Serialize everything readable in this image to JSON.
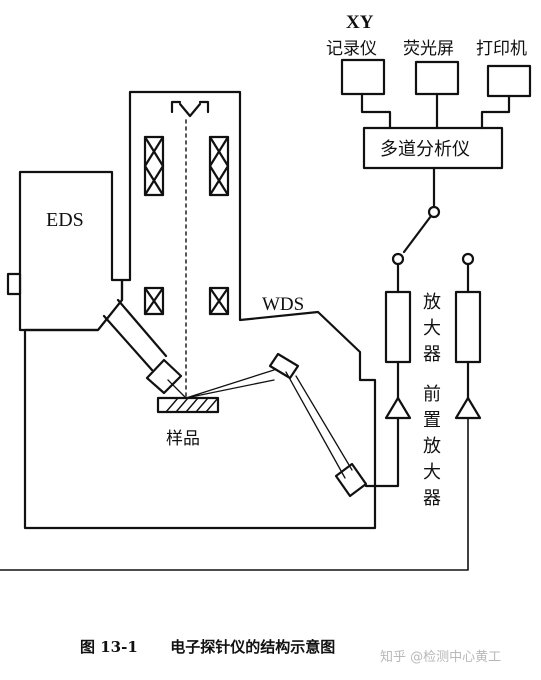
{
  "labels": {
    "xy": "XY",
    "recorder": "记录仪",
    "screen": "荧光屏",
    "printer": "打印机",
    "analyzer": "多道分析仪",
    "eds": "EDS",
    "wds": "WDS",
    "sample": "样品",
    "amplifier": [
      "放",
      "大",
      "器"
    ],
    "preamp": [
      "前",
      "置",
      "放",
      "大",
      "器"
    ]
  },
  "caption": {
    "figure_no": "图 13-1",
    "title": "电子探针仪的结构示意图"
  },
  "watermark": "知乎 @检测中心黄工"
}
